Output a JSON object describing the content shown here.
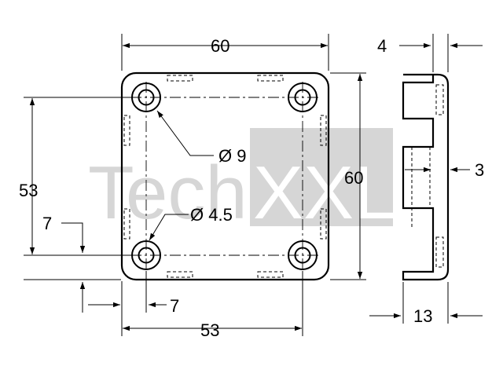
{
  "watermark": {
    "text_light": "Tech",
    "text_bold": "XXL",
    "color_light": "#d9d9d9",
    "color_bold": "#cfcfcf"
  },
  "dimensions": {
    "top_width": "60",
    "right_height": "60",
    "left_height": "53",
    "bottom_width": "53",
    "left_offset": "7",
    "bottom_offset": "7",
    "hole_large": "Ø 9",
    "hole_small": "Ø 4.5",
    "side_top": "4",
    "side_right": "3",
    "side_bottom": "13"
  },
  "colors": {
    "line": "#000000",
    "dash": "#000000"
  }
}
